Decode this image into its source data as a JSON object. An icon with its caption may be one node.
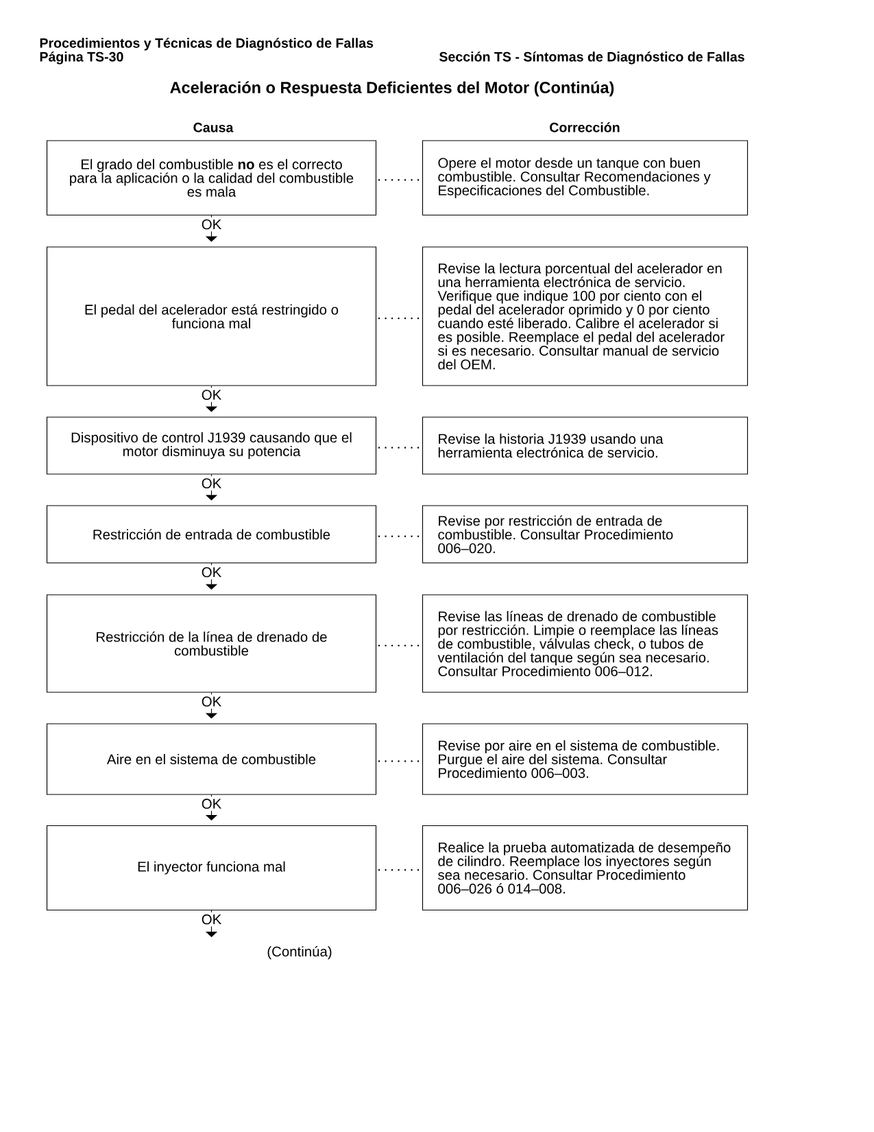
{
  "diagram": {
    "title": "Aceleración o Respuesta Deficientes del Motor (Continúa)",
    "nodes": [
      {
        "text": [
          "El grado del combustible **no** es el correcto para la aplicación o la calidad del combustible es mala"
        ]
      },
      {
        "text": [
          "Opere el motor desde un tanque con buen combustible. Consultar Recomendaciones y Especificaciones del Combustible."
        ]
      },
      {
        "text": [
          "El pedal del acelerador está restringido o funciona mal"
        ]
      },
      {
        "text": [
          "Revise la lectura porcentual del acelerador en una herramienta electrónica de servicio. Verifique que indique 100 por ciento con el pedal del acelerador oprimido y 0 por ciento cuando esté liberado. Calibre el acelerador si es posible. Reemplace el pedal del acelerador si es necesario. Consultar manual de servicio del OEM."
        ]
      },
      {
        "text": [
          "Dispositivo de control J1939 causando que el motor disminuya su potencia"
        ]
      },
      {
        "text": [
          "Revise la historia J1939 usando una herramienta electrónica de servicio."
        ]
      },
      {
        "text": [
          "Restricción de entrada de combustible"
        ]
      },
      {
        "text": [
          "Revise por restricción de entrada de combustible. Consultar Procedimiento 006–020."
        ]
      },
      {
        "text": [
          "Restricción de la línea de drenado de combustible"
        ]
      },
      {
        "text": [
          "Revise las líneas de drenado de combustible por restricción. Limpie o reemplace las líneas de combustible, válvulas check, o tubos de ventilación del tanque según sea necesario. Consultar Procedimiento 006–012."
        ]
      },
      {
        "text": [
          "Aire en el sistema de combustible"
        ]
      },
      {
        "text": [
          "Revise por aire en el sistema de combustible. Purgue el aire del sistema. Consultar Procedimiento 006–003."
        ]
      },
      {
        "text": [
          "El inyector funciona mal"
        ]
      },
      {
        "text": [
          "Realice la prueba automatizada de desempeño de cilindro. Reemplace los inyectores según sea necesario. Consultar Procedimiento 006–026 ó 014–008."
        ]
      }
    ],
    "edges": [
      {
        "from": 0,
        "to": 1,
        "arrow": "none",
        "style": "dashed"
      },
      {
        "from": 0,
        "to": 2,
        "arrow": "to",
        "label": "OK"
      },
      {
        "from": 2,
        "to": 3,
        "arrow": "none",
        "style": "dashed"
      },
      {
        "from": 2,
        "to": 4,
        "arrow": "to",
        "label": "OK"
      },
      {
        "from": 4,
        "to": 5,
        "arrow": "none",
        "style": "dashed"
      },
      {
        "from": 4,
        "to": 6,
        "arrow": "to",
        "label": "OK"
      },
      {
        "from": 6,
        "to": 7,
        "arrow": "none",
        "style": "dashed"
      },
      {
        "from": 6,
        "to": 8,
        "arrow": "to",
        "label": "OK"
      },
      {
        "from": 8,
        "to": 9,
        "arrow": "none",
        "style": "dashed"
      },
      {
        "from": 8,
        "to": 10,
        "arrow": "to",
        "label": "OK"
      },
      {
        "from": 10,
        "to": 11,
        "arrow": "none",
        "style": "dashed"
      },
      {
        "from": 10,
        "to": 12,
        "arrow": "to",
        "label": "OK"
      },
      {
        "from": 12,
        "to": 13,
        "arrow": "none",
        "style": "dashed"
      },
      {
        "from": 12,
        "to": null,
        "arrow": "to",
        "label": "OK"
      }
    ],
    "labels": [
      "Procedimientos y Técnicas de Diagnóstico de Fallas",
      "Página TS-30",
      "Sección TS - Síntomas de Diagnóstico de Fallas",
      "Causa",
      "Corrección",
      "(Continúa)"
    ]
  }
}
